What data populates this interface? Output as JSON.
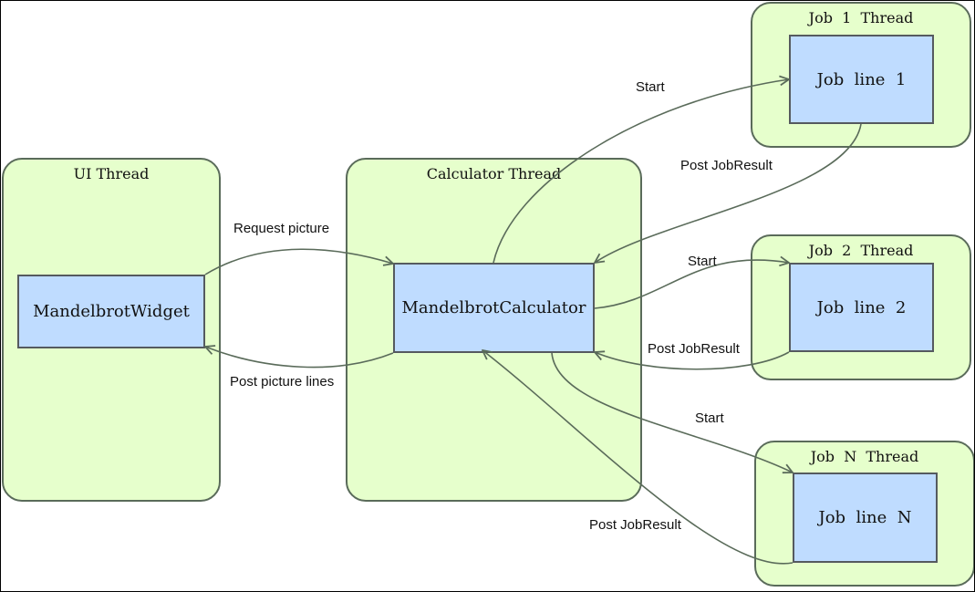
{
  "threads": {
    "ui": {
      "title": "UI Thread"
    },
    "calculator": {
      "title": "Calculator Thread"
    },
    "job1": {
      "title": "Job  1  Thread"
    },
    "job2": {
      "title": "Job  2  Thread"
    },
    "jobN": {
      "title": "Job  N  Thread"
    }
  },
  "nodes": {
    "widget": "MandelbrotWidget",
    "calculator": "MandelbrotCalculator",
    "job1": "Job  line  1",
    "job2": "Job  line  2",
    "jobN": "Job  line  N"
  },
  "edges": {
    "request_picture": "Request picture",
    "post_picture_lines": "Post picture lines",
    "start_job1": "Start",
    "result_job1": "Post JobResult",
    "start_job2": "Start",
    "result_job2": "Post JobResult",
    "start_jobN": "Start",
    "result_jobN": "Post JobResult"
  },
  "colors": {
    "thread_fill": "#e6ffcc",
    "thread_border": "#5a6b5a",
    "node_fill": "#bfdcff",
    "edge": "#5a6b5a"
  }
}
